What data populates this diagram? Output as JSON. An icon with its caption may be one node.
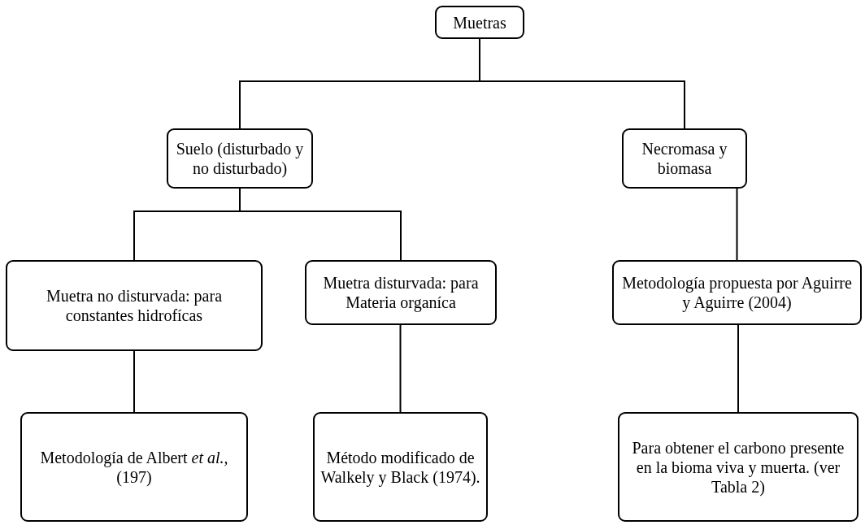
{
  "diagram": {
    "nodes": [
      {
        "text": [
          "Muetras"
        ]
      },
      {
        "text": [
          "Suelo (disturbado y no disturbado)"
        ]
      },
      {
        "text": [
          "Necromasa y biomasa"
        ]
      },
      {
        "text": [
          "Muetra no disturvada: para constantes hidrofícas"
        ]
      },
      {
        "text": [
          "Muetra disturvada: para Materia organíca"
        ]
      },
      {
        "text": [
          "Metodología propuesta por Aguirre y Aguirre (2004)"
        ]
      },
      {
        "text": [
          "Metodología de Albert *et al.,* (197)"
        ]
      },
      {
        "text": [
          "Método modificado de Walkely y Black (1974)."
        ]
      },
      {
        "text": [
          "Para obtener el carbono presente en la bioma viva y muerta. (ver Tabla 2)"
        ]
      }
    ],
    "edges": [
      {
        "from": 0,
        "to": 1,
        "arrow": "none"
      },
      {
        "from": 0,
        "to": 2,
        "arrow": "none"
      },
      {
        "from": 1,
        "to": 3,
        "arrow": "none"
      },
      {
        "from": 1,
        "to": 4,
        "arrow": "none"
      },
      {
        "from": 2,
        "to": 5,
        "arrow": "none"
      },
      {
        "from": 3,
        "to": 6,
        "arrow": "none"
      },
      {
        "from": 4,
        "to": 7,
        "arrow": "none"
      },
      {
        "from": 5,
        "to": 8,
        "arrow": "none"
      }
    ]
  }
}
